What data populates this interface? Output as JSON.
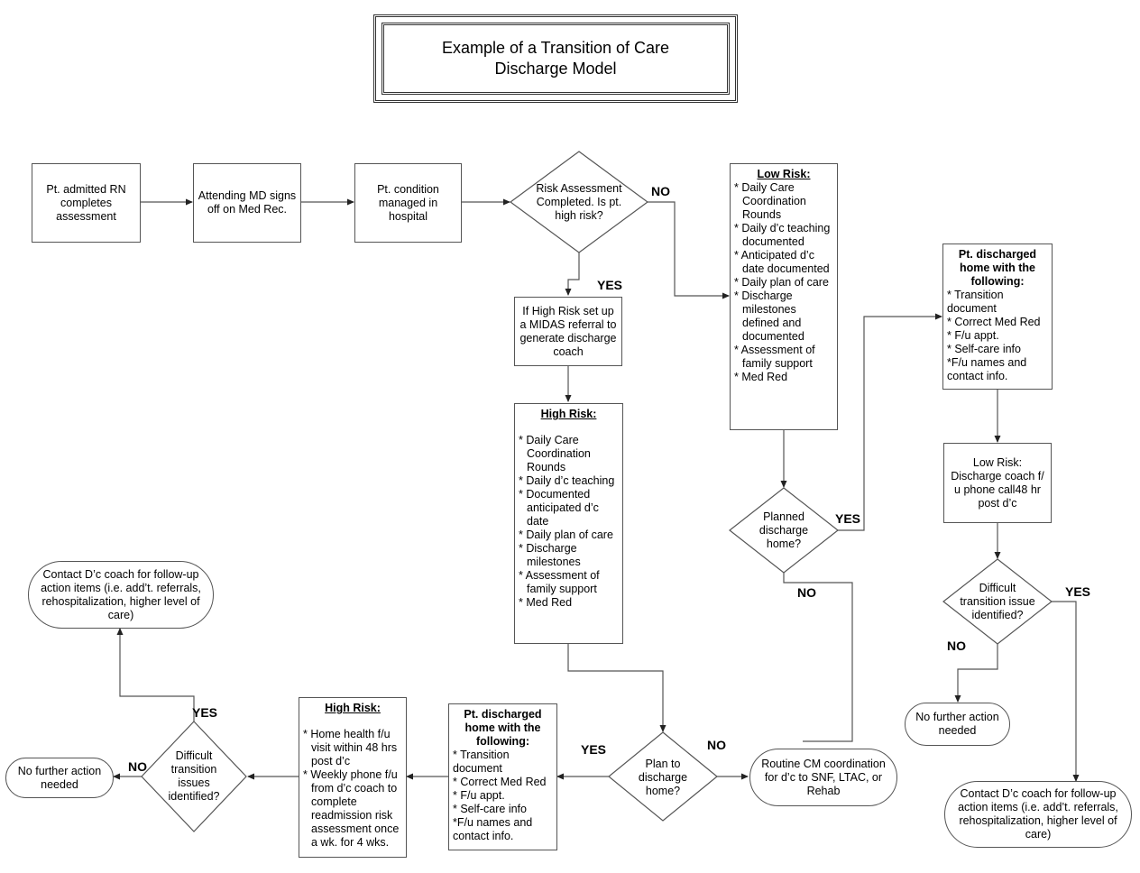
{
  "title": {
    "line1": "Example of a Transition of Care",
    "line2": "Discharge Model"
  },
  "nodes": {
    "admitted": "Pt. admitted RN completes assessment",
    "attending": "Attending MD signs off on Med Rec.",
    "managed": "Pt. condition managed in hospital",
    "risk_decision": "Risk Assessment Completed. Is pt. high risk?",
    "midas": "If High Risk set up a MIDAS referral to generate discharge coach",
    "high_risk_1": {
      "heading": "High Risk:",
      "items": [
        "* Daily Care Coordination Rounds",
        "* Daily d’c teaching",
        " * Documented anticipated d’c date",
        "* Daily plan of care",
        "* Discharge milestones",
        "* Assessment of family support",
        "* Med Red"
      ]
    },
    "low_risk": {
      "heading": "Low Risk:",
      "items": [
        "* Daily Care Coordination Rounds",
        "* Daily d’c teaching documented",
        "* Anticipated d’c date documented",
        "* Daily plan of care",
        "* Discharge milestones defined and documented",
        "* Assessment of family support",
        "* Med Red"
      ]
    },
    "planned_decision": "Planned discharge home?",
    "discharged_right": {
      "heading": "Pt. discharged home with the following:",
      "items": [
        "* Transition document",
        "* Correct Med Red",
        "* F/u appt.",
        "* Self-care info",
        "*F/u names and contact info."
      ]
    },
    "low_risk_call": "Low Risk: Discharge coach f/ u phone call48 hr post d’c",
    "difficult_right": "Difficult transition issue identified?",
    "no_action_right": "No further action needed",
    "contact_right": "Contact D’c coach for follow-up action items (i.e. add’t. referrals, rehospitalization, higher level of care)",
    "routine_cm": "Routine CM coordination for d’c to SNF, LTAC, or Rehab",
    "plan_decision": "Plan to discharge home?",
    "discharged_bottom": {
      "heading": "Pt. discharged home with the following:",
      "items": [
        "* Transition document",
        "* Correct Med Red",
        "* F/u appt.",
        "* Self-care info",
        "*F/u names and contact info."
      ]
    },
    "high_risk_2": {
      "heading": "High Risk:",
      "items": [
        "* Home health f/u visit within 48 hrs post d’c",
        "* Weekly phone f/u from d’c coach to complete readmission risk assessment once a wk. for 4 wks."
      ]
    },
    "difficult_left": "Difficult transition issues identified?",
    "no_action_left": "No further action needed",
    "contact_left": "Contact D’c coach for follow-up action items (i.e. add’t. referrals, rehospitalization, higher level of care)"
  },
  "edge_labels": {
    "risk_no": "NO",
    "risk_yes": "YES",
    "planned_yes": "YES",
    "planned_no": "NO",
    "plan_yes": "YES",
    "plan_no": "NO",
    "difficult_right_yes": "YES",
    "difficult_right_no": "NO",
    "difficult_left_yes": "YES",
    "difficult_left_no": "NO"
  }
}
